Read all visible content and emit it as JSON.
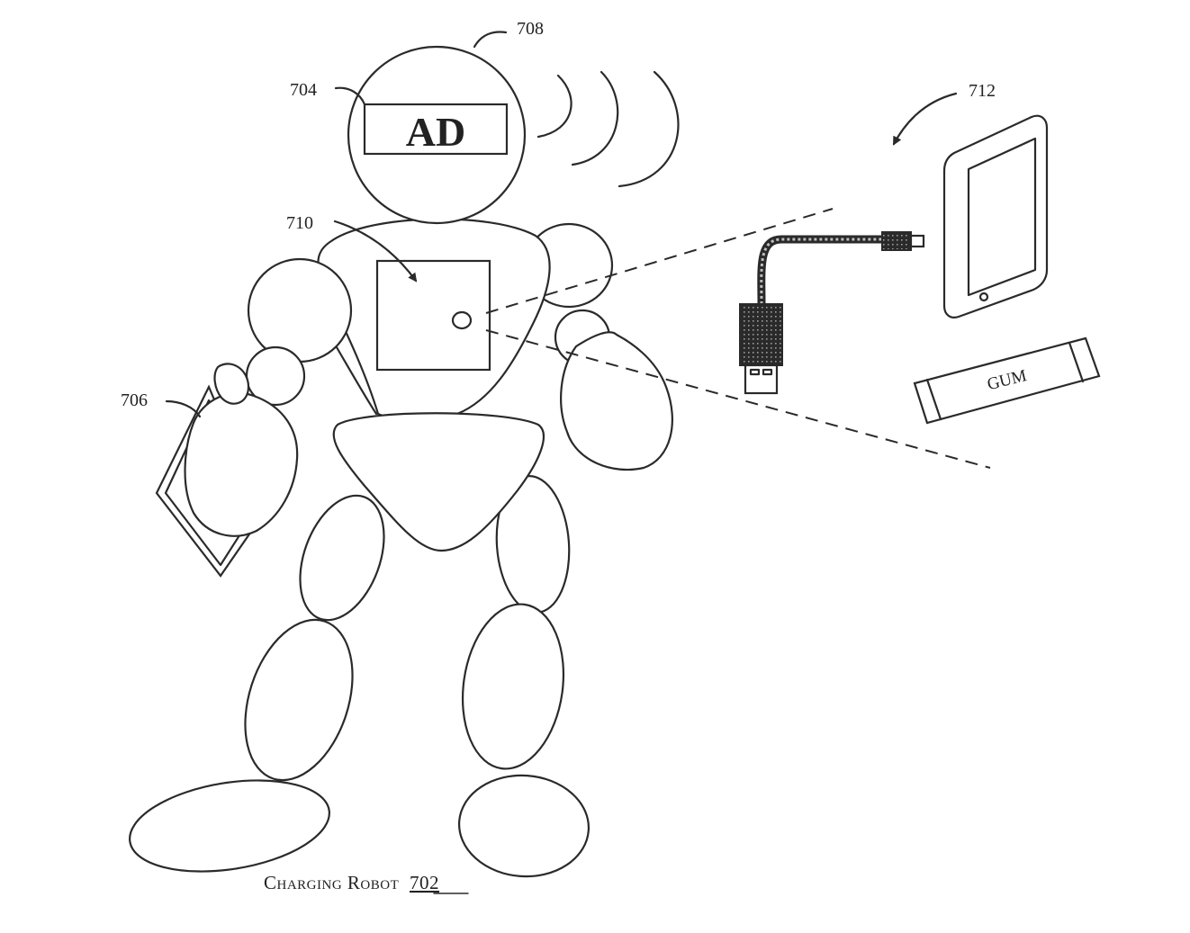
{
  "labels": {
    "head": "708",
    "display": "704",
    "phone_in_hand": "706",
    "chest_panel": "710",
    "items": "712"
  },
  "display_text": "AD",
  "gum_label": "GUM",
  "caption": {
    "text": "Charging Robot",
    "ref": "702"
  }
}
